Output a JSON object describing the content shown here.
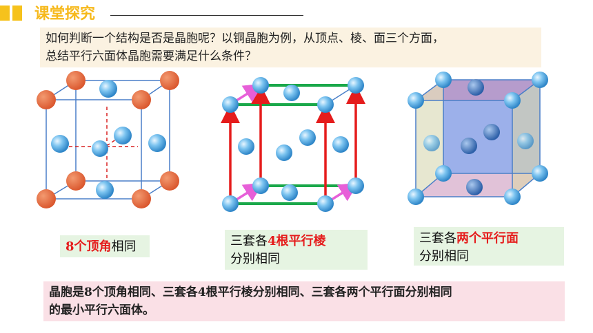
{
  "header": {
    "title": "课堂探究"
  },
  "question": {
    "line1": "如何判断一个结构是否是晶胞呢？以铜晶胞为例，从顶点、棱、面三个方面，",
    "line2": "总结平行六面体晶胞需要满足什么条件？"
  },
  "labels": {
    "vertex": {
      "highlight": "8个顶角",
      "rest": "相同"
    },
    "edge": {
      "prefix": "三套各",
      "highlight": "4根平行棱",
      "line2": "分别相同"
    },
    "face": {
      "prefix": "三套各",
      "highlight": "两个平行面",
      "line2": "分别相同"
    }
  },
  "summary": {
    "line1": "晶胞是8个顶角相同、三套各4根平行棱分别相同、三套各两个平行面分别相同",
    "line2": "的最小平行六面体。"
  },
  "colors": {
    "accent": "#f6c21c",
    "corner_atom": "#e8673c",
    "atom": "#5fb4ea",
    "edge_arrow": "#e51c1c",
    "green_edge": "#1aa84a",
    "pink_arrow": "#e75fd8"
  }
}
